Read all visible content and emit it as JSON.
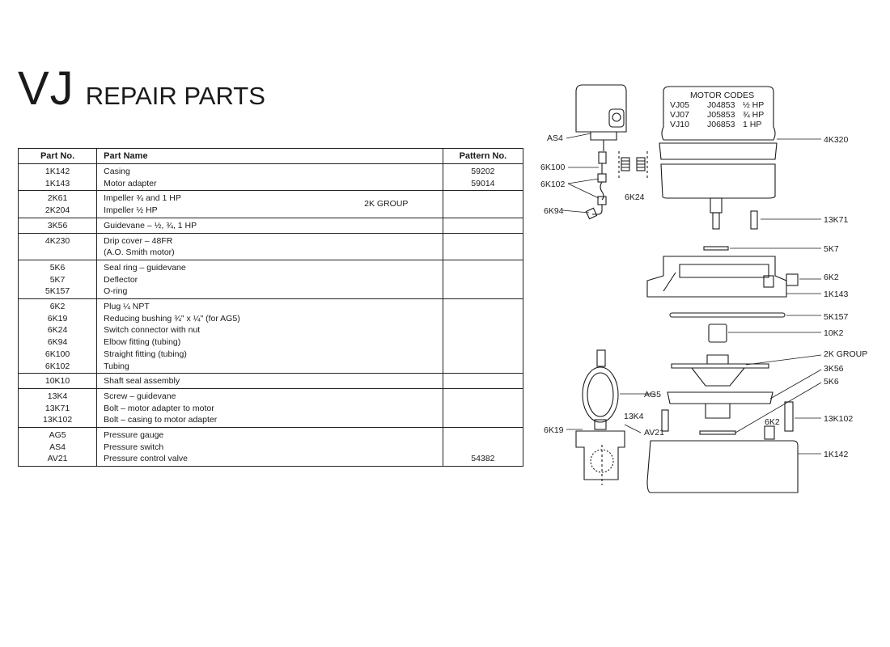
{
  "title": {
    "big": "VJ",
    "small": "REPAIR PARTS"
  },
  "table": {
    "headers": {
      "part_no": "Part No.",
      "part_name": "Part Name",
      "pattern_no": "Pattern No."
    },
    "groups": [
      {
        "part_nos": [
          "1K142",
          "1K143"
        ],
        "names": [
          "Casing",
          "Motor adapter"
        ],
        "patterns": [
          "59202",
          "59014"
        ]
      },
      {
        "part_nos": [
          "2K61",
          "2K204"
        ],
        "names": [
          "Impeller ¾ and 1 HP",
          "Impeller ½ HP"
        ],
        "patterns": [],
        "group_label": "2K GROUP"
      },
      {
        "part_nos": [
          "3K56"
        ],
        "names": [
          "Guidevane – ½, ¾, 1 HP"
        ],
        "patterns": []
      },
      {
        "part_nos": [
          "4K230"
        ],
        "names": [
          "Drip cover – 48FR",
          "(A.O. Smith motor)"
        ],
        "patterns": []
      },
      {
        "part_nos": [
          "5K6",
          "5K7",
          "5K157"
        ],
        "names": [
          "Seal ring – guidevane",
          "Deflector",
          "O-ring"
        ],
        "patterns": []
      },
      {
        "part_nos": [
          "6K2",
          "6K19",
          "6K24",
          "6K94",
          "6K100",
          "6K102"
        ],
        "names": [
          "Plug ¼ NPT",
          "Reducing bushing ¾\" x ¼\" (for AG5)",
          "Switch connector with nut",
          "Elbow fitting (tubing)",
          "Straight fitting (tubing)",
          "Tubing"
        ],
        "patterns": []
      },
      {
        "part_nos": [
          "10K10"
        ],
        "names": [
          "Shaft seal assembly"
        ],
        "patterns": []
      },
      {
        "part_nos": [
          "13K4",
          "13K71",
          "13K102"
        ],
        "names": [
          "Screw – guidevane",
          "Bolt – motor adapter to motor",
          "Bolt – casing to motor adapter"
        ],
        "patterns": []
      },
      {
        "part_nos": [
          "AG5",
          "AS4",
          "AV21"
        ],
        "names": [
          "Pressure gauge",
          "Pressure switch",
          "Pressure control valve"
        ],
        "patterns": [
          "",
          "",
          "54382"
        ]
      }
    ]
  },
  "diagram": {
    "motor_codes": {
      "title": "MOTOR CODES",
      "rows": [
        {
          "model": "VJ05",
          "code": "J04853",
          "hp": "½ HP"
        },
        {
          "model": "VJ07",
          "code": "J05853",
          "hp": "¾ HP"
        },
        {
          "model": "VJ10",
          "code": "J06853",
          "hp": "1 HP"
        }
      ]
    },
    "labels": {
      "as4": "AS4",
      "k4k320": "4K320",
      "k6k100": "6K100",
      "k6k102": "6K102",
      "k6k24": "6K24",
      "k6k94": "6K94",
      "k13k71": "13K71",
      "k5k7": "5K7",
      "k6k2a": "6K2",
      "k1k143": "1K143",
      "k5k157": "5K157",
      "k10k2": "10K2",
      "k2kgroup": "2K GROUP",
      "k3k56": "3K56",
      "k5k6": "5K6",
      "ag5": "AG5",
      "k13k4": "13K4",
      "k13k102": "13K102",
      "k6k2b": "6K2",
      "k6k19": "6K19",
      "av21": "AV21",
      "k1k142": "1K142"
    }
  }
}
